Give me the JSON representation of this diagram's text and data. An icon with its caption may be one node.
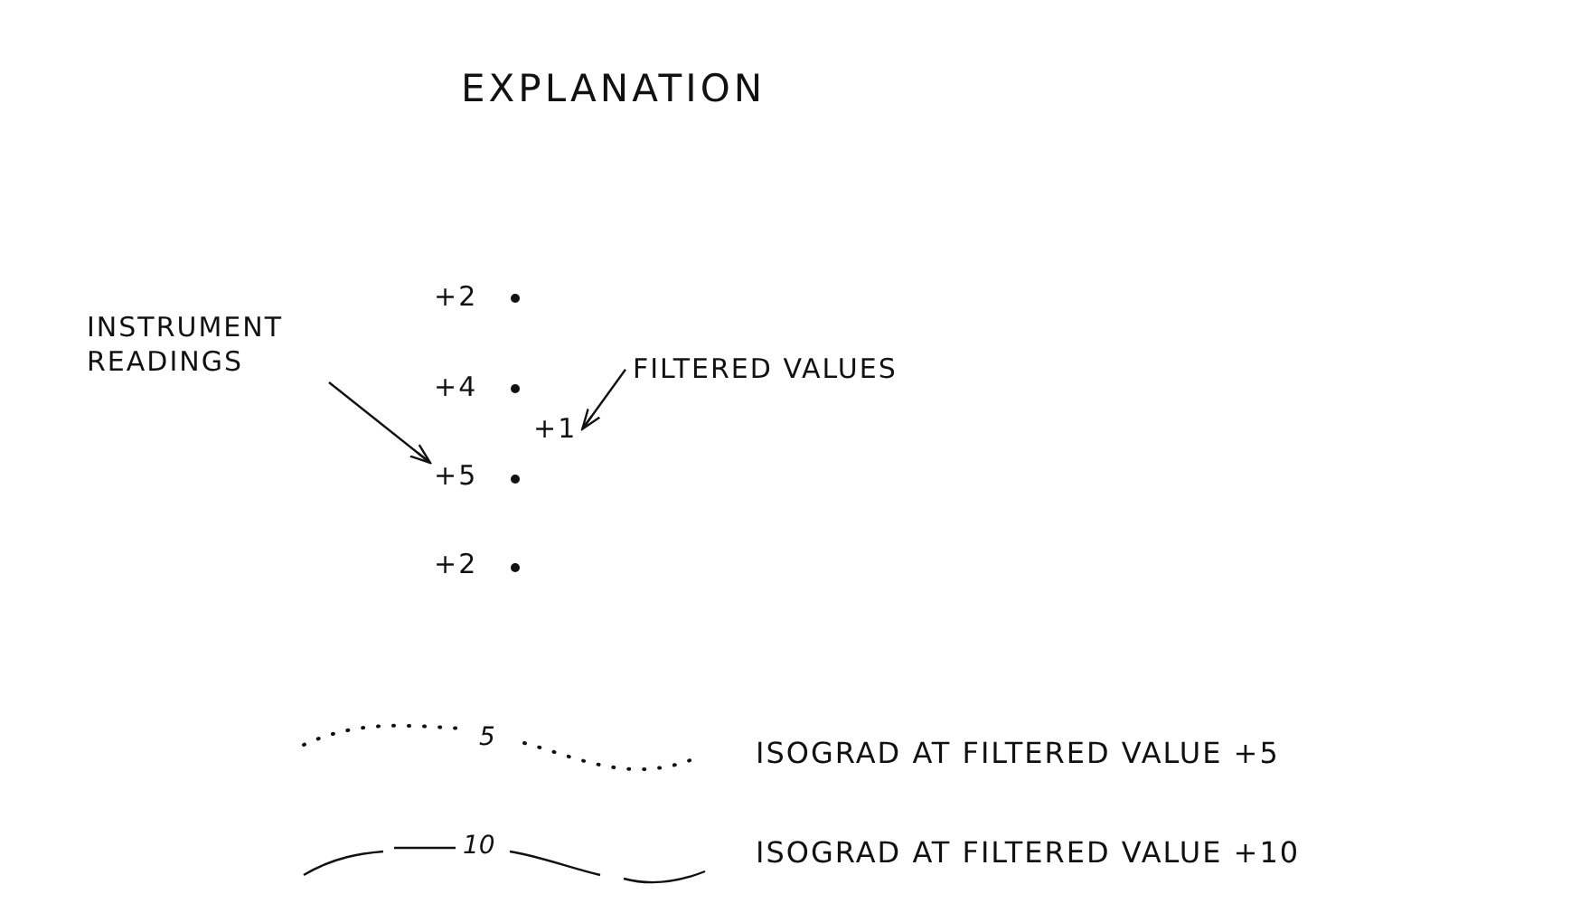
{
  "diagram": {
    "title": "EXPLANATION",
    "nodes": [
      {
        "text": [
          "INSTRUMENT READINGS"
        ]
      },
      {
        "text": [
          "+5"
        ]
      },
      {
        "text": [
          "FILTERED VALUES"
        ]
      },
      {
        "text": [
          "+1"
        ]
      }
    ],
    "edges": [
      {
        "from": 0,
        "to": 1,
        "arrow": "to"
      },
      {
        "from": 2,
        "to": 3,
        "arrow": "to"
      }
    ],
    "labels": [
      "+2",
      "+4",
      "+2",
      "5",
      "10"
    ],
    "legend": [
      {
        "text": "ISOGRAD AT FILTERED VALUE +5"
      },
      {
        "text": "ISOGRAD AT FILTERED VALUE +10"
      }
    ]
  }
}
